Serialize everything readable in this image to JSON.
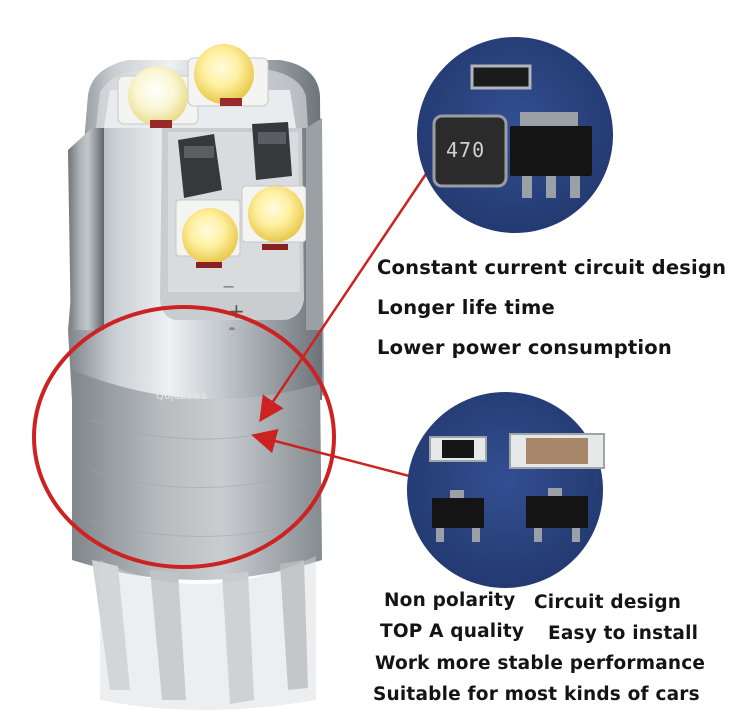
{
  "features_top": [
    "Constant current circuit design",
    "Longer life time",
    "Lower power consumption"
  ],
  "features_bottom": [
    {
      "a": "Non polarity",
      "b": "Circuit design"
    },
    {
      "a": "TOP A quality",
      "b": "Easy to install"
    },
    {
      "a": "Work more stable performance",
      "b": ""
    },
    {
      "a": "Suitable for most kinds of cars",
      "b": ""
    }
  ],
  "chip_marking": "470",
  "watermark": "Qujuzawa",
  "icons": {
    "bulb": "t10-led-bulb-icon",
    "top_zoom": "constant-current-chip-icon",
    "bottom_zoom": "non-polarity-chip-icon",
    "ring": "highlight-circle-icon"
  },
  "colors": {
    "circle_bg": "#2a427f",
    "accent_red": "#cc2222",
    "text": "#141414"
  }
}
